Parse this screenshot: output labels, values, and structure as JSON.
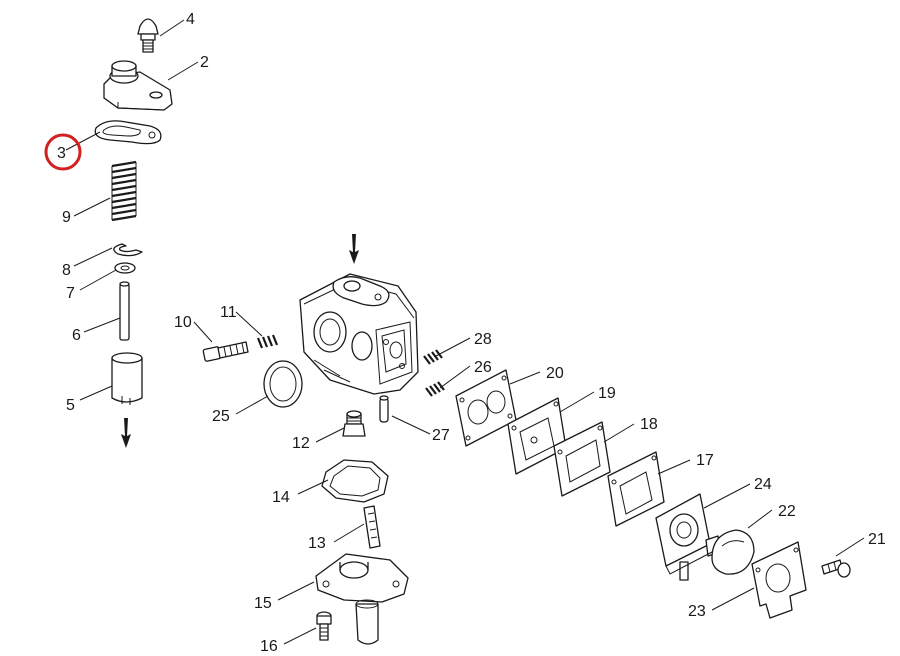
{
  "highlight_color": "#d21f1f",
  "labels": [
    "4",
    "2",
    "3",
    "9",
    "8",
    "7",
    "6",
    "5",
    "10",
    "11",
    "25",
    "12",
    "27",
    "28",
    "26",
    "20",
    "19",
    "18",
    "17",
    "24",
    "22",
    "21",
    "14",
    "13",
    "15",
    "16",
    "23"
  ]
}
